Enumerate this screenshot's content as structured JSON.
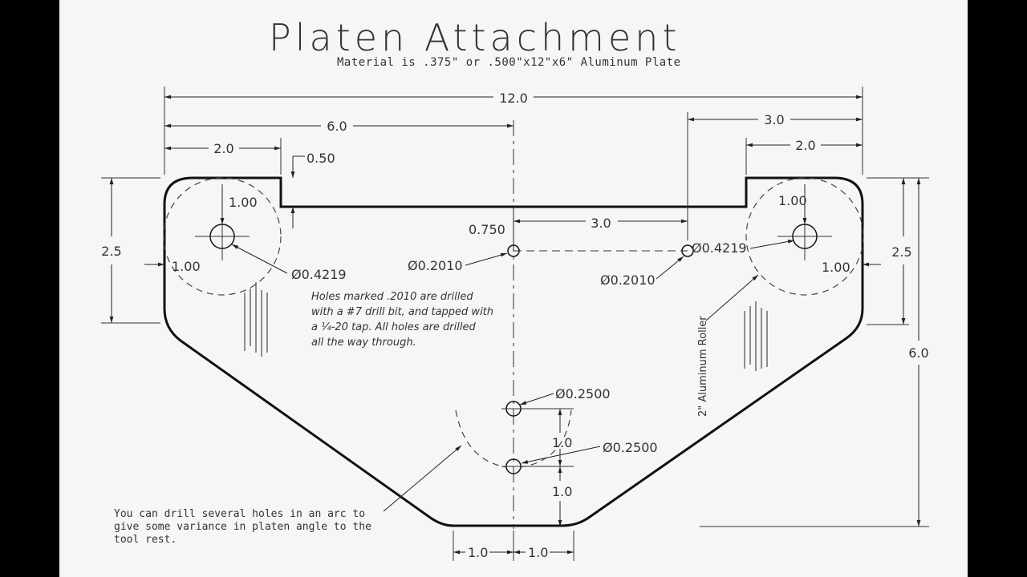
{
  "title": "Platen Attachment",
  "subtitle": "Material is .375\" or .500\"x12\"x6\" Aluminum Plate",
  "dimensions": {
    "overall_width": "12.0",
    "half_width": "6.0",
    "right_3": "3.0",
    "left_2": "2.0",
    "right_2": "2.0",
    "notch": "0.50",
    "left_1_top": "1.00",
    "left_1_side": "1.00",
    "right_1_top": "1.00",
    "right_1_side": "1.00",
    "left_2_5": "2.5",
    "right_2_5": "2.5",
    "right_6": "6.0",
    "center_0750": "0.750",
    "center_3": "3.0",
    "hole_left": "Ø0.4219",
    "hole_right": "Ø0.4219",
    "hole_center_tap": "Ø0.2010",
    "hole_right_tap": "Ø0.2010",
    "hole_arc_upper": "Ø0.2500",
    "hole_arc_lower": "Ø0.2500",
    "arc_1_upper": "1.0",
    "arc_1_lower": "1.0",
    "bottom_left_1": "1.0",
    "bottom_right_1": "1.0"
  },
  "notes": {
    "tap_note": [
      "Holes marked .2010 are drilled",
      "with a #7 drill bit, and tapped with",
      "a ¼-20 tap. All holes are drilled",
      "all the way through."
    ],
    "arc_note": [
      "You can drill several holes in an arc to",
      "give some variance in platen angle to the",
      "tool rest."
    ],
    "roller_label": "2\" Aluminum Roller"
  }
}
